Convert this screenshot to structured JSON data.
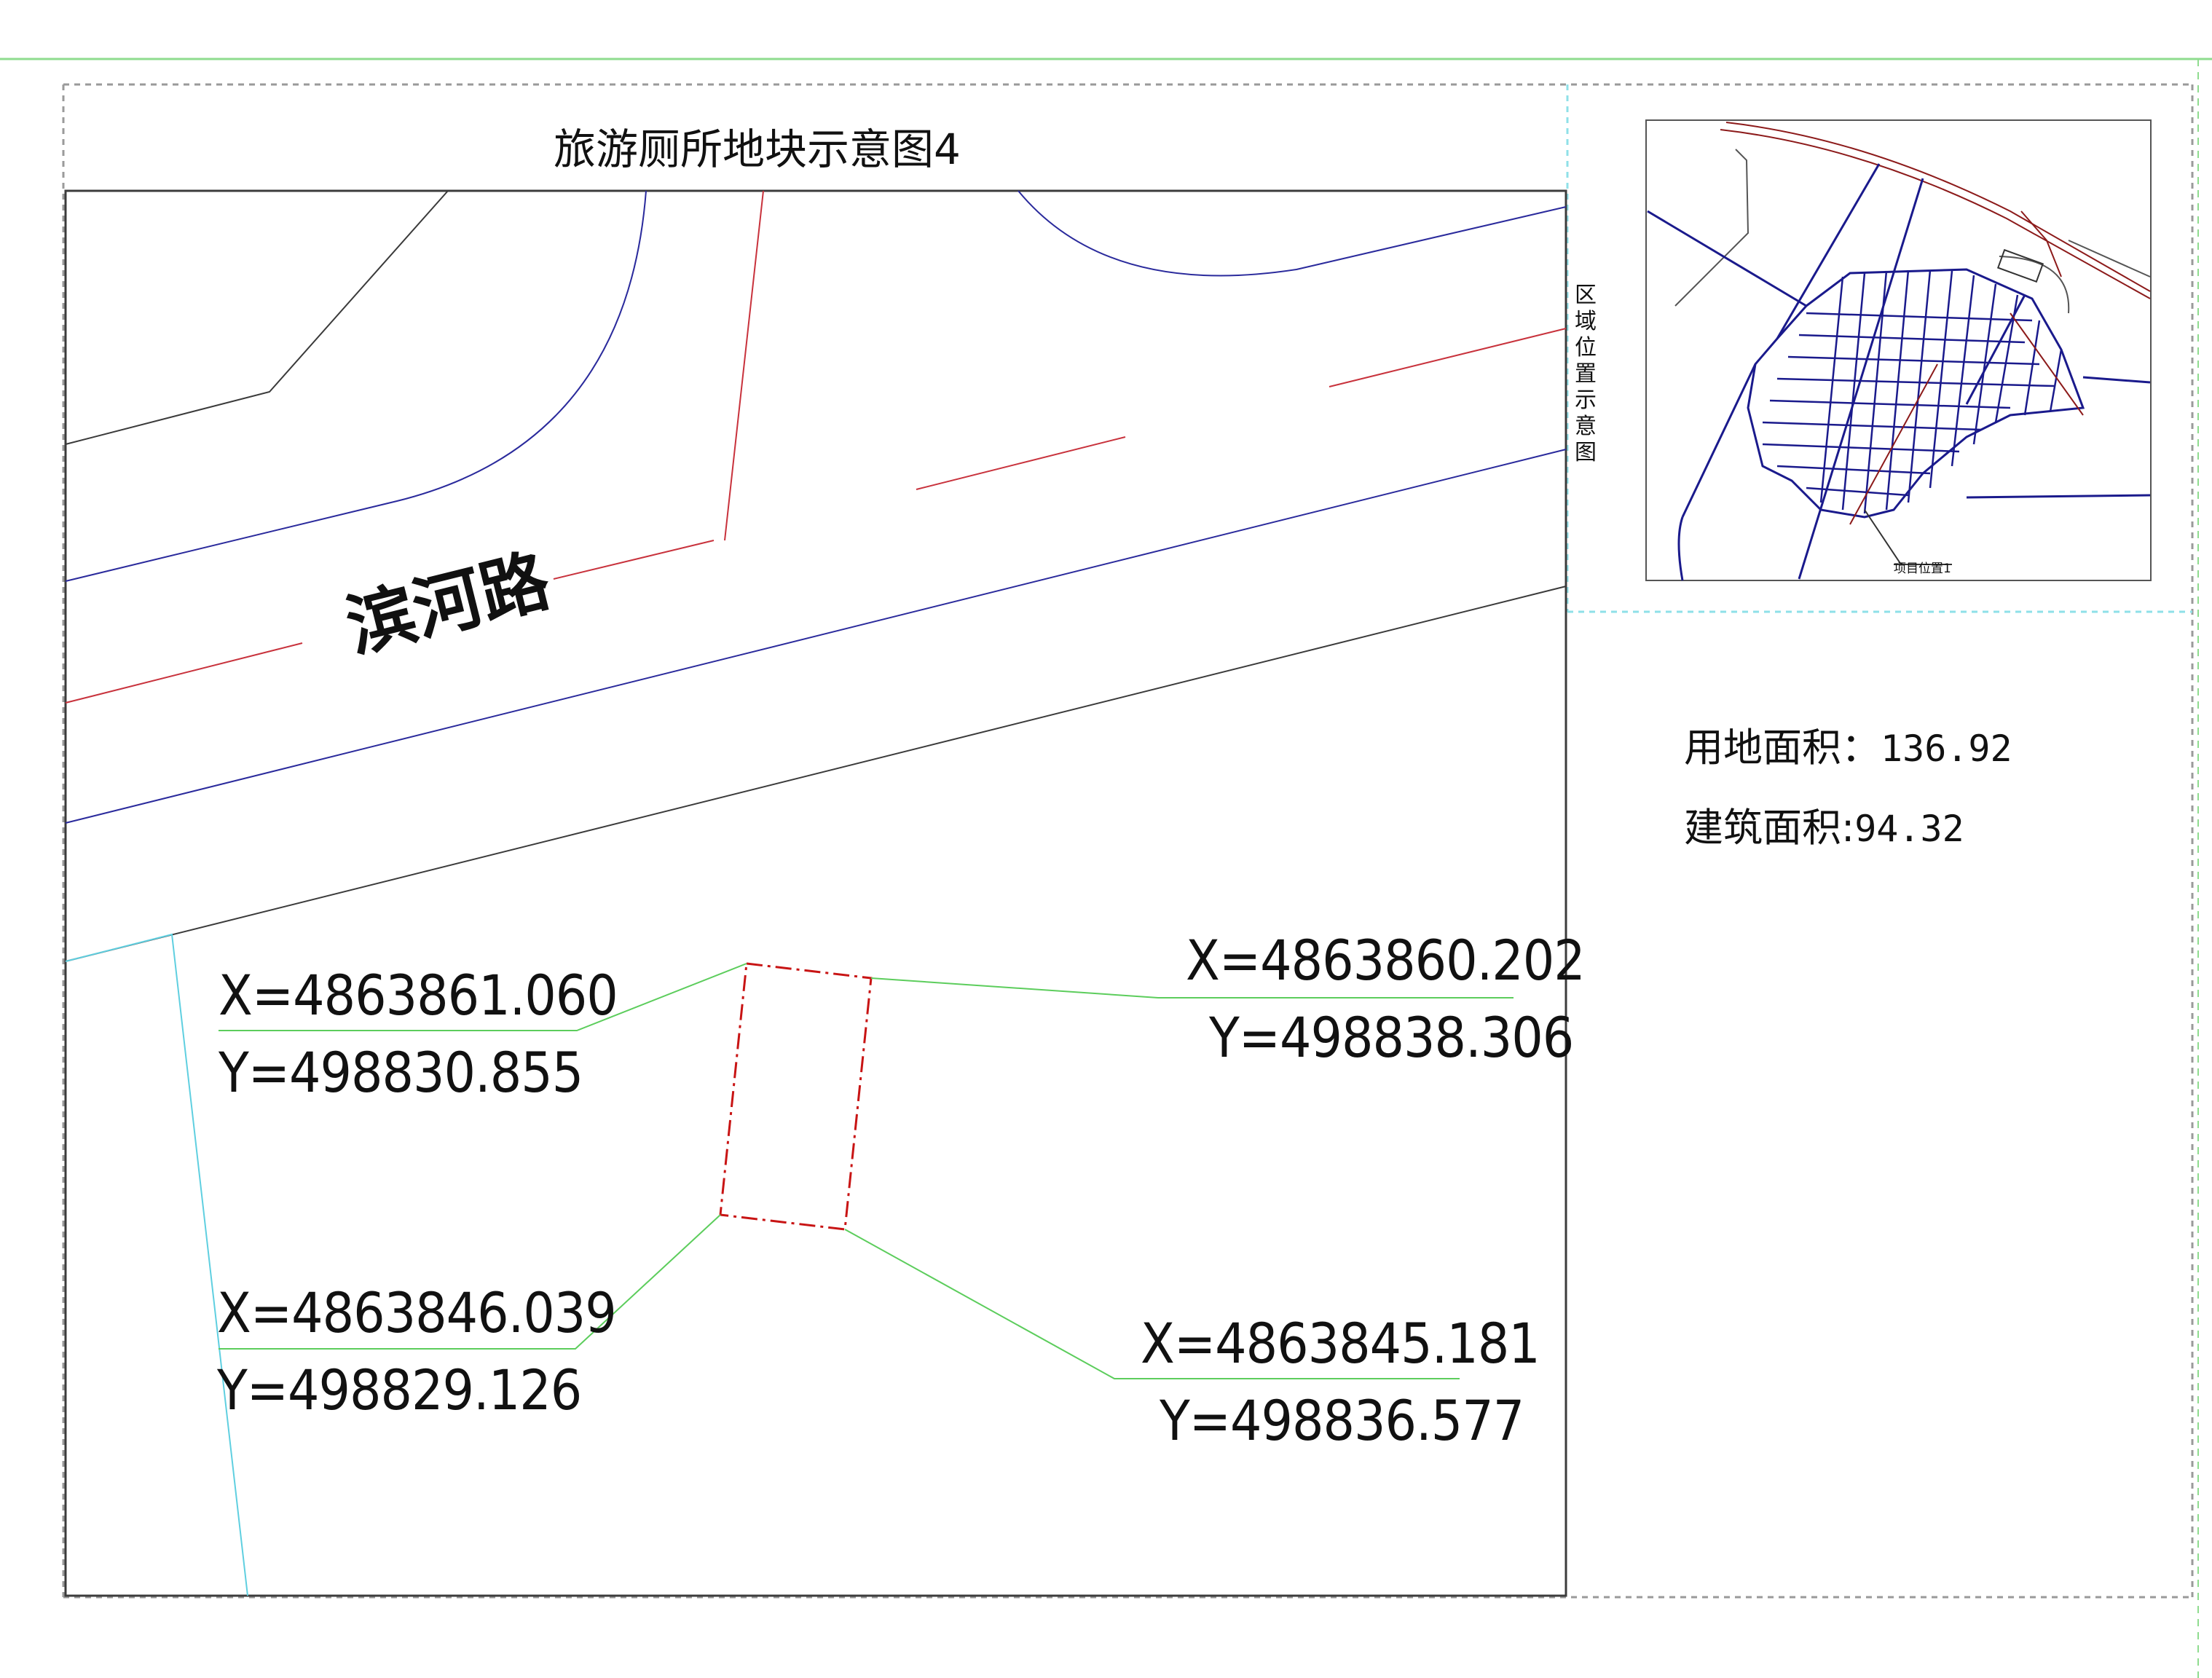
{
  "map": {
    "title": "旅游厕所地块示意图4",
    "road_label": "滨河路",
    "inset_title": "区域位置示意图",
    "inset_marker_label": "项目位置1",
    "points": [
      {
        "id": "nw",
        "x_label": "X=4863861.060",
        "y_label": "Y=498830.855"
      },
      {
        "id": "ne",
        "x_label": "X=4863860.202",
        "y_label": "Y=498838.306"
      },
      {
        "id": "sw",
        "x_label": "X=4863846.039",
        "y_label": "Y=498829.126"
      },
      {
        "id": "se",
        "x_label": "X=4863845.181",
        "y_label": "Y=498836.577"
      }
    ]
  },
  "info": {
    "land_area_label": "用地面积：",
    "land_area_value": "136.92",
    "building_area_label": "建筑面积:",
    "building_area_value": "94.32"
  },
  "colors": {
    "frame": "#3c3c3c",
    "frame_dashed": "#9a9a9a",
    "outer_border": "#8fdc8f",
    "road_edge": "#2a2a9c",
    "centerline": "#c8323c",
    "setback": "#3a3a3a",
    "river": "#5fcfe0",
    "leader": "#5ccd5c",
    "parcel": "#c81414",
    "inset_grid": "#1a1a8c",
    "inset_rail": "#8c1a1a"
  }
}
